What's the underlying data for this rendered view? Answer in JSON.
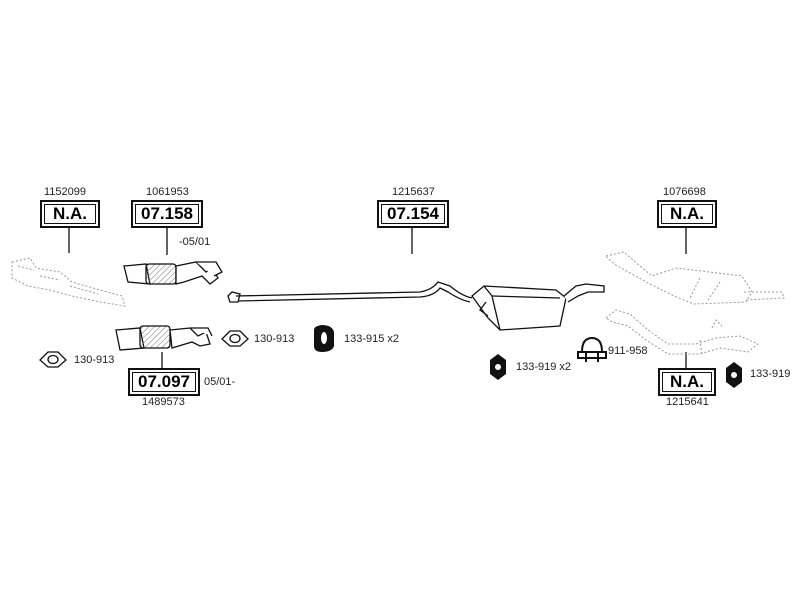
{
  "parts": {
    "p1": {
      "ref_number": "1152099",
      "code": "N.A."
    },
    "p2": {
      "ref_number": "1061953",
      "code": "07.158",
      "date_note": "-05/01"
    },
    "p3": {
      "ref_number": "1489573",
      "code": "07.097",
      "date_note": "05/01-"
    },
    "p4": {
      "ref_number": "1215637",
      "code": "07.154"
    },
    "p5": {
      "ref_number": "1076698",
      "code": "N.A."
    },
    "p6": {
      "ref_number": "1215641",
      "code": "N.A."
    }
  },
  "accessories": {
    "gasket_left": "130-913",
    "gasket_mid": "130-913",
    "hanger_mid": "133-915 x2",
    "hanger_right": "133-919 x2",
    "clamp": "911-958",
    "hanger_far_right": "133-919"
  },
  "colors": {
    "line": "#111111",
    "ghost": "#9a9a9a"
  }
}
